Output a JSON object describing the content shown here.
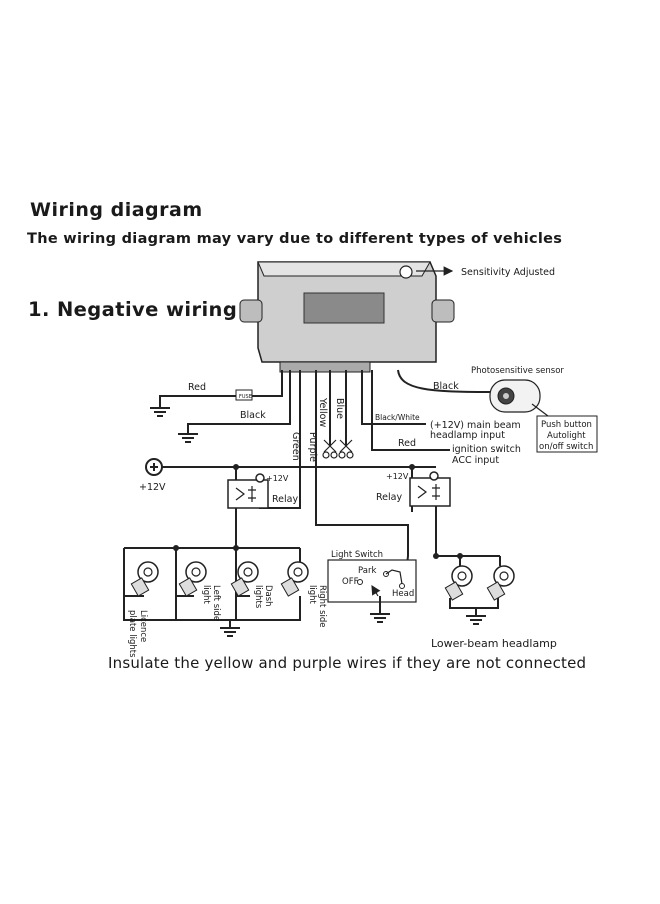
{
  "title": "Wiring diagram",
  "subtitle": "The wiring diagram may vary due to different types of vehicles",
  "section_title": "1. Negative wiring",
  "footnote": "Insulate the yellow and purple wires if they are not connected",
  "labels": {
    "sensitivity": "Sensitivity Adjusted",
    "photosensor": "Photosensitive sensor",
    "red_left": "Red",
    "black_left": "Black",
    "fuse": "FUSE",
    "green": "Green",
    "purple": "Purple",
    "yellow": "Yellow",
    "blue": "Blue",
    "black_right": "Black",
    "black_white": "Black/White",
    "main_beam_1": "(+12V) main beam",
    "main_beam_2": "headlamp input",
    "red_right": "Red",
    "ignition_1": "ignition switch",
    "ignition_2": "ACC input",
    "push_1": "Push button",
    "push_2": "Autolight",
    "push_3": "on/off switch",
    "plus12v": "+12V",
    "relay_plus_left": "+12V",
    "relay_plus_right": "+12V",
    "relay_left": "Relay",
    "relay_right": "Relay",
    "light_switch": "Light Switch",
    "park": "Park",
    "off": "OFF",
    "head": "Head",
    "licence_1": "Licence",
    "licence_2": "plate lights",
    "left_side_1": "Left side",
    "left_side_2": "light",
    "dash_1": "Dash",
    "dash_2": "lights",
    "right_side_1": "Right side",
    "right_side_2": "light",
    "lower_beam": "Lower-beam headlamp"
  }
}
